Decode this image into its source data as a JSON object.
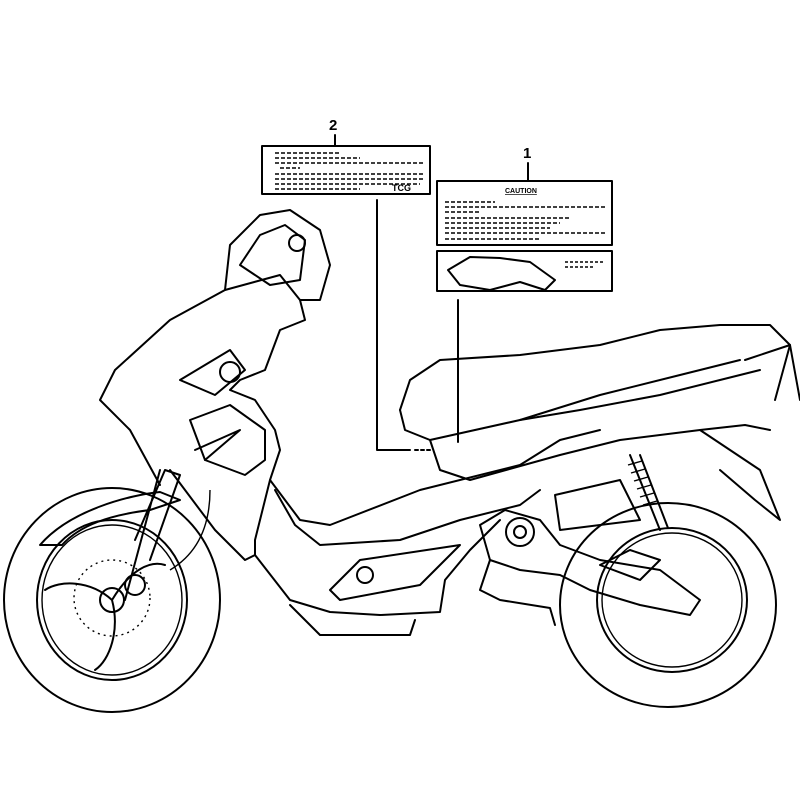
{
  "diagram": {
    "subject": "scooter-labels",
    "callouts": [
      {
        "number": "1"
      },
      {
        "number": "2"
      }
    ],
    "label_1": {
      "heading": "CAUTION"
    },
    "label_2": {
      "code": "TCG"
    }
  },
  "colors": {
    "line": "#000000",
    "background": "#ffffff"
  }
}
